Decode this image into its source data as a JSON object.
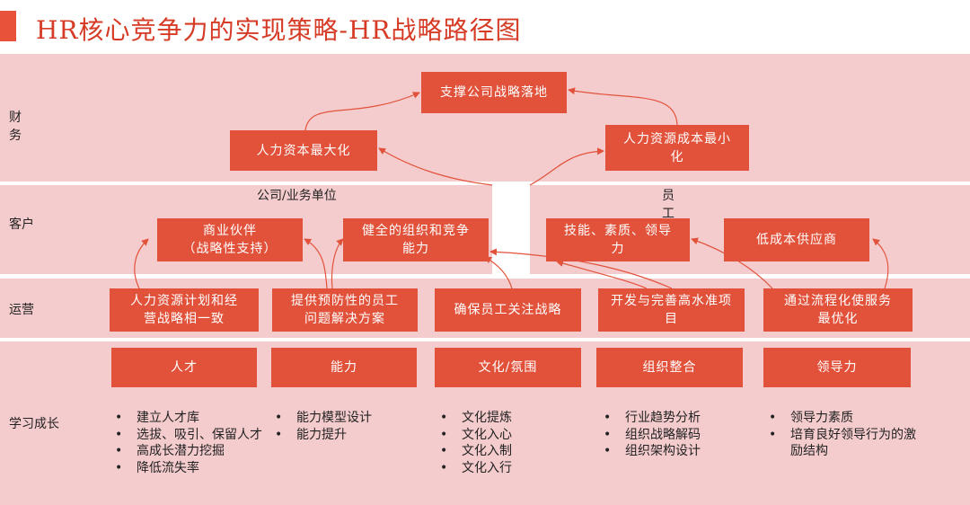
{
  "title": "HR核心竞争力的实现策略-HR战略路径图",
  "rows": {
    "finance": "财\n务",
    "customer": "客户",
    "operation": "运营",
    "learning": "学习成长"
  },
  "finance": {
    "top": "支撑公司战略落地",
    "left": "人力资本最大化",
    "right": "人力资源成本最小化"
  },
  "customer": {
    "note_left": "公司/业务单位",
    "note_right": "员\n工",
    "box1": "商业伙伴\n（战略性支持）",
    "box2": "健全的组织和竞争能力",
    "box3": "技能、素质、领导力",
    "box4": "低成本供应商"
  },
  "operation": {
    "box1": "人力资源计划和经营战略相一致",
    "box2": "提供预防性的员工问题解决方案",
    "box3": "确保员工关注战略",
    "box4": "开发与完善高水准项目",
    "box5": "通过流程化使服务最优化"
  },
  "learning": {
    "headers": [
      "人才",
      "能力",
      "文化/氛围",
      "组织整合",
      "领导力"
    ],
    "lists": [
      [
        "建立人才库",
        "选拔、吸引、保留人才",
        "高成长潜力挖掘",
        "降低流失率"
      ],
      [
        "能力模型设计",
        "能力提升"
      ],
      [
        "文化提炼",
        "文化入心",
        "文化入制",
        "文化入行"
      ],
      [
        "行业趋势分析",
        "组织战略解码",
        "组织架构设计"
      ],
      [
        "领导力素质",
        "培育良好领导行为的激励结构"
      ]
    ]
  },
  "colors": {
    "accent": "#e2523b",
    "band": "#f5cccd",
    "title": "#d63b26"
  }
}
